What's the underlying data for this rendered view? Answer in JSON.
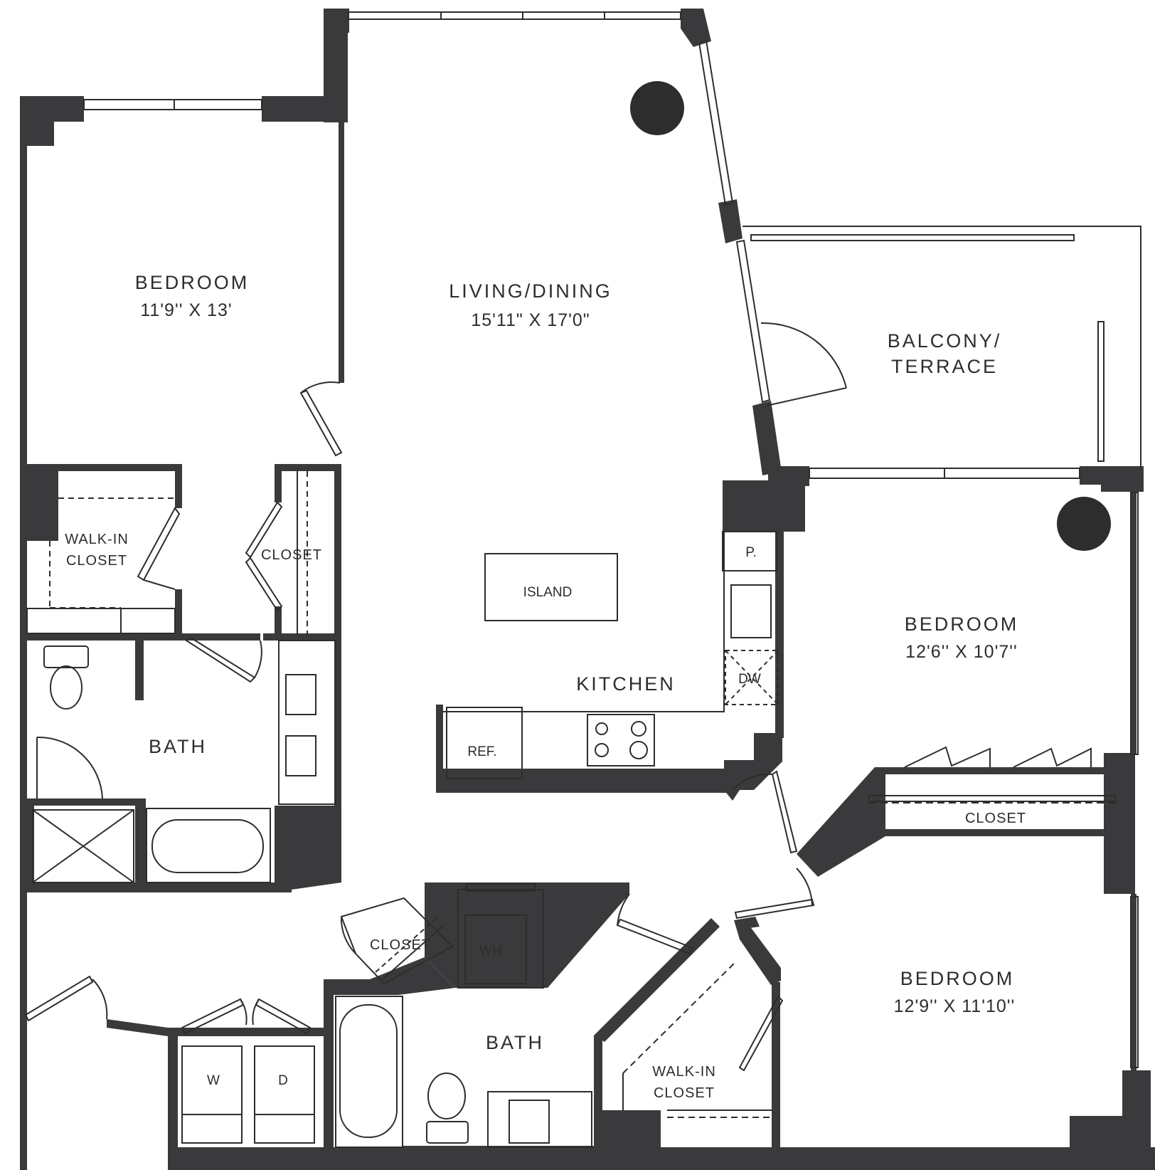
{
  "rooms": {
    "bedroom_1": {
      "name": "BEDROOM",
      "size": "11'9'' X 13'"
    },
    "living": {
      "name": "LIVING/DINING",
      "size": "15'11\" X 17'0\""
    },
    "balcony": {
      "line1": "BALCONY/",
      "line2": "TERRACE"
    },
    "bedroom_2": {
      "name": "BEDROOM",
      "size": "12'6'' X 10'7''"
    },
    "bedroom_3": {
      "name": "BEDROOM",
      "size": "12'9'' X 11'10''"
    },
    "kitchen": {
      "name": "KITCHEN"
    },
    "bath_1": {
      "name": "BATH"
    },
    "bath_2": {
      "name": "BATH"
    }
  },
  "fixtures": {
    "walk_in_closet_1": {
      "line1": "WALK-IN",
      "line2": "CLOSET"
    },
    "closet_1": "CLOSET",
    "island": "ISLAND",
    "pantry": "P.",
    "dishwasher": "DW",
    "refrigerator": "REF.",
    "closet_2": "CLOSET",
    "closet_3": "CLOSET",
    "water_heater": "WH",
    "washer": "W",
    "dryer": "D",
    "walk_in_closet_2": {
      "line1": "WALK-IN",
      "line2": "CLOSET"
    }
  },
  "colors": {
    "wall": "#3a3a3c",
    "line": "#2d2d2d",
    "background": "#ffffff"
  }
}
